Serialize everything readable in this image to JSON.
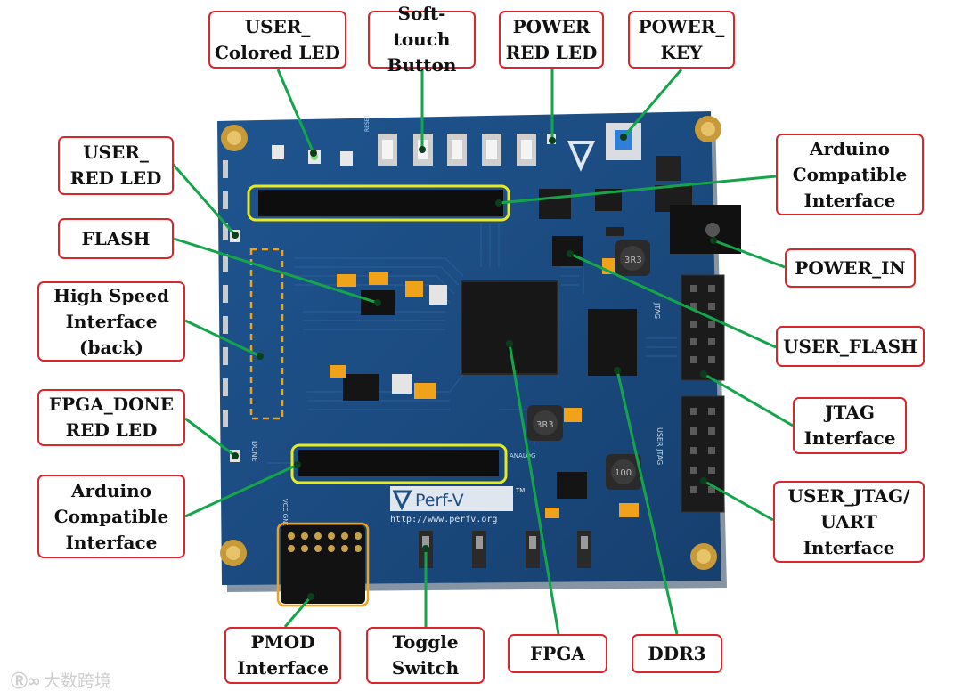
{
  "labels": {
    "user_colored_led": "USER_\nColored LED",
    "soft_touch_button": "Soft-touch\nButton",
    "power_red_led": "POWER\nRED LED",
    "power_key": "POWER_\nKEY",
    "user_red_led": "USER_\nRED LED",
    "arduino_top": "Arduino\nCompatible\nInterface",
    "flash": "FLASH",
    "power_in": "POWER_IN",
    "high_speed": "High Speed\nInterface\n(back)",
    "user_flash": "USER_FLASH",
    "jtag": "JTAG\nInterface",
    "fpga_done": "FPGA_DONE\nRED LED",
    "user_jtag_uart": "USER_JTAG/\nUART\nInterface",
    "arduino_bottom": "Arduino\nCompatible\nInterface",
    "pmod": "PMOD\nInterface",
    "toggle_switch": "Toggle\nSwitch",
    "fpga": "FPGA",
    "ddr3": "DDR3"
  },
  "board": {
    "brand": "Perf-V",
    "trademark": "TM",
    "url": "http://www.perfv.org",
    "inductor_1": "3R3",
    "inductor_2": "3R3",
    "inductor_3": "100",
    "silk_done": "DONE",
    "silk_analog": "ANALOG",
    "silk_jtag": "JTAG",
    "silk_user_jtag": "USER JTAG",
    "silk_reset": "RESET",
    "silk_pmod": "VCC GND GND"
  },
  "watermark": {
    "logo": "Ⓡ∞",
    "text": "大数跨境"
  },
  "colors": {
    "label_border": "#d9262b",
    "pointer_line": "#14a54a",
    "highlight_yellow": "#e6ea1e",
    "highlight_orange": "#f0a21a",
    "pcb_blue": "#1d4f86"
  }
}
